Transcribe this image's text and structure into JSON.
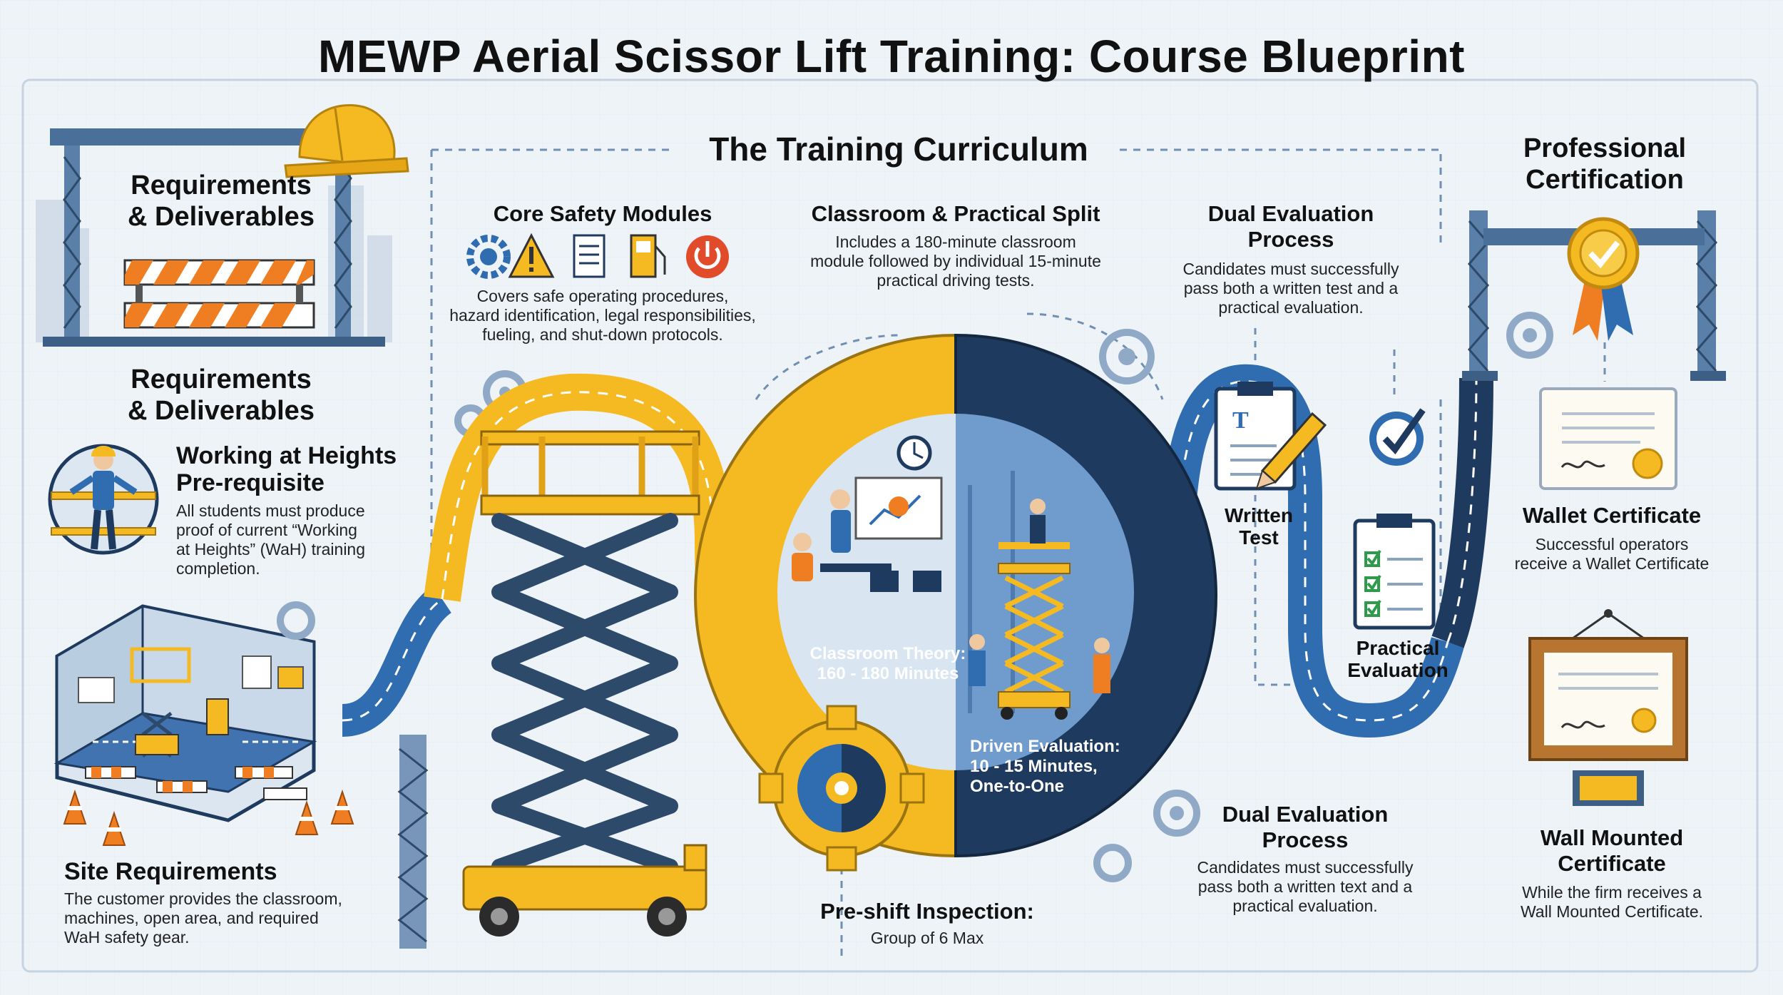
{
  "title": "MEWP Aerial Scissor Lift Training: Course Blueprint",
  "colors": {
    "navy": "#1f3a5f",
    "blue": "#2f6db0",
    "yellow": "#f5b922",
    "orange": "#ef7d22",
    "red": "#e24b2a",
    "bg": "#eef3f8"
  },
  "requirements": {
    "banner_heading": "Requirements\n& Deliverables",
    "heading": "Requirements\n& Deliverables",
    "wah": {
      "heading": "Working at Heights\nPre-requisite",
      "text": "All students must produce\nproof of current “Working\nat Heights” (WaH) training\ncompletion."
    },
    "site": {
      "heading": "Site Requirements",
      "text": "The customer provides the classroom,\nmachines, open area, and required\nWaH safety gear."
    }
  },
  "curriculum": {
    "heading": "The Training Curriculum",
    "core": {
      "heading": "Core Safety Modules",
      "text": "Covers safe operating procedures,\nhazard identification, legal responsibilities,\nfueling, and shut-down protocols.",
      "icons": [
        "gear-icon",
        "warning-icon",
        "document-icon",
        "fuel-pump-icon",
        "power-icon"
      ]
    },
    "split": {
      "heading": "Classroom & Practical Split",
      "text": "Includes a 180-minute classroom\nmodule followed by individual 15-minute\npractical driving tests."
    },
    "classroom_label": "Classroom Theory:\n160 - 180 Minutes",
    "driven_label": "Driven Evaluation:\n10 - 15 Minutes,\nOne-to-One",
    "preshift": {
      "heading": "Pre-shift Inspection:",
      "text": "Group of 6 Max"
    }
  },
  "evaluation": {
    "top": {
      "heading": "Dual Evaluation\nProcess",
      "text": "Candidates must successfully\npass both a written test and a\npractical evaluation."
    },
    "written_label": "Written\nTest",
    "practical_label": "Practical\nEvaluation",
    "bottom": {
      "heading": "Dual Evaluation\nProcess",
      "text": "Candidates must successfully\npass both a written text and a\npractical evaluation."
    }
  },
  "certification": {
    "heading": "Professional\nCertification",
    "wallet": {
      "heading": "Wallet Certificate",
      "text": "Successful operators\nreceive a Wallet Certificate"
    },
    "wall": {
      "heading": "Wall Mounted\nCertificate",
      "text": "While the firm receives a\nWall Mounted Certificate."
    }
  }
}
